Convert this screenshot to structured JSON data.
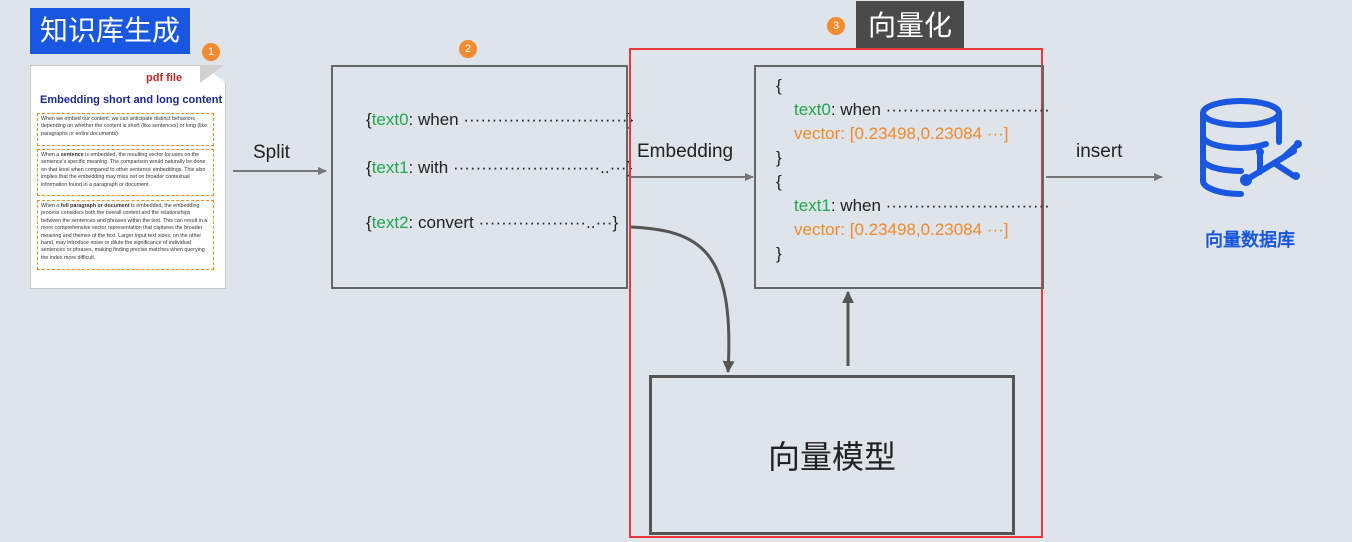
{
  "title": "知识库生成",
  "badges": [
    "1",
    "2",
    "3"
  ],
  "vectorize_label": "向量化",
  "pdf": {
    "label_p": "p",
    "label_rest": "df file",
    "title": "Embedding short and long content",
    "para1": "When we embed our content, we can anticipate distinct behaviors depending on whether the content is short (like sentences) or long (like paragraphs or entire documents).",
    "para2_prefix": "When a ",
    "para2_bold": "sentence",
    "para2_rest": " is embedded, the resulting vector focuses on the sentence's specific meaning. The comparison would naturally be done on that level when compared to other sentence embeddings. This also implies that the embedding may miss out on broader contextual information found in a paragraph or document.",
    "para3_prefix": "When a ",
    "para3_bold": "full paragraph or document",
    "para3_rest": " is embedded, the embedding process considers both the overall context and the relationships between the sentences and phrases within the text. This can result in a more comprehensive vector representation that captures the broader meaning and themes of the text. Larger input text sizes, on the other hand, may introduce noise or dilute the significance of individual sentences or phrases, making finding precise matches when querying the index more difficult."
  },
  "edges": {
    "split": "Split",
    "embedding": "Embedding",
    "insert": "insert"
  },
  "chunks": [
    {
      "open": "{",
      "key": "text0",
      "sep": ": when ",
      "dots": "·····························",
      "close": "}"
    },
    {
      "open": "{",
      "key": "text1",
      "sep": ": with ",
      "dots": "··························..···",
      "close": "}"
    },
    {
      "open": "{",
      "key": "text2",
      "sep": ": convert ",
      "dots": "···················..···",
      "close": "}"
    }
  ],
  "vectors": {
    "open": "{",
    "close": "}",
    "items": [
      {
        "key": "text0",
        "sep": ": when ",
        "dots": "·····························",
        "vector": "vector: [0.23498,0.23084 ···]"
      },
      {
        "key": "text1",
        "sep": ": when ",
        "dots": "·····························",
        "vector": "vector: [0.23498,0.23084 ···]"
      }
    ]
  },
  "model_label": "向量模型",
  "db_label": "向量数据库",
  "icons": [
    "database-icon"
  ],
  "colors": {
    "title_bg": "#1a57e0",
    "badge": "#f28b30",
    "key_green": "#1fa84f",
    "vector_orange": "#f08a2c",
    "frame_red": "#e8383d",
    "db_blue": "#1a57e0"
  }
}
